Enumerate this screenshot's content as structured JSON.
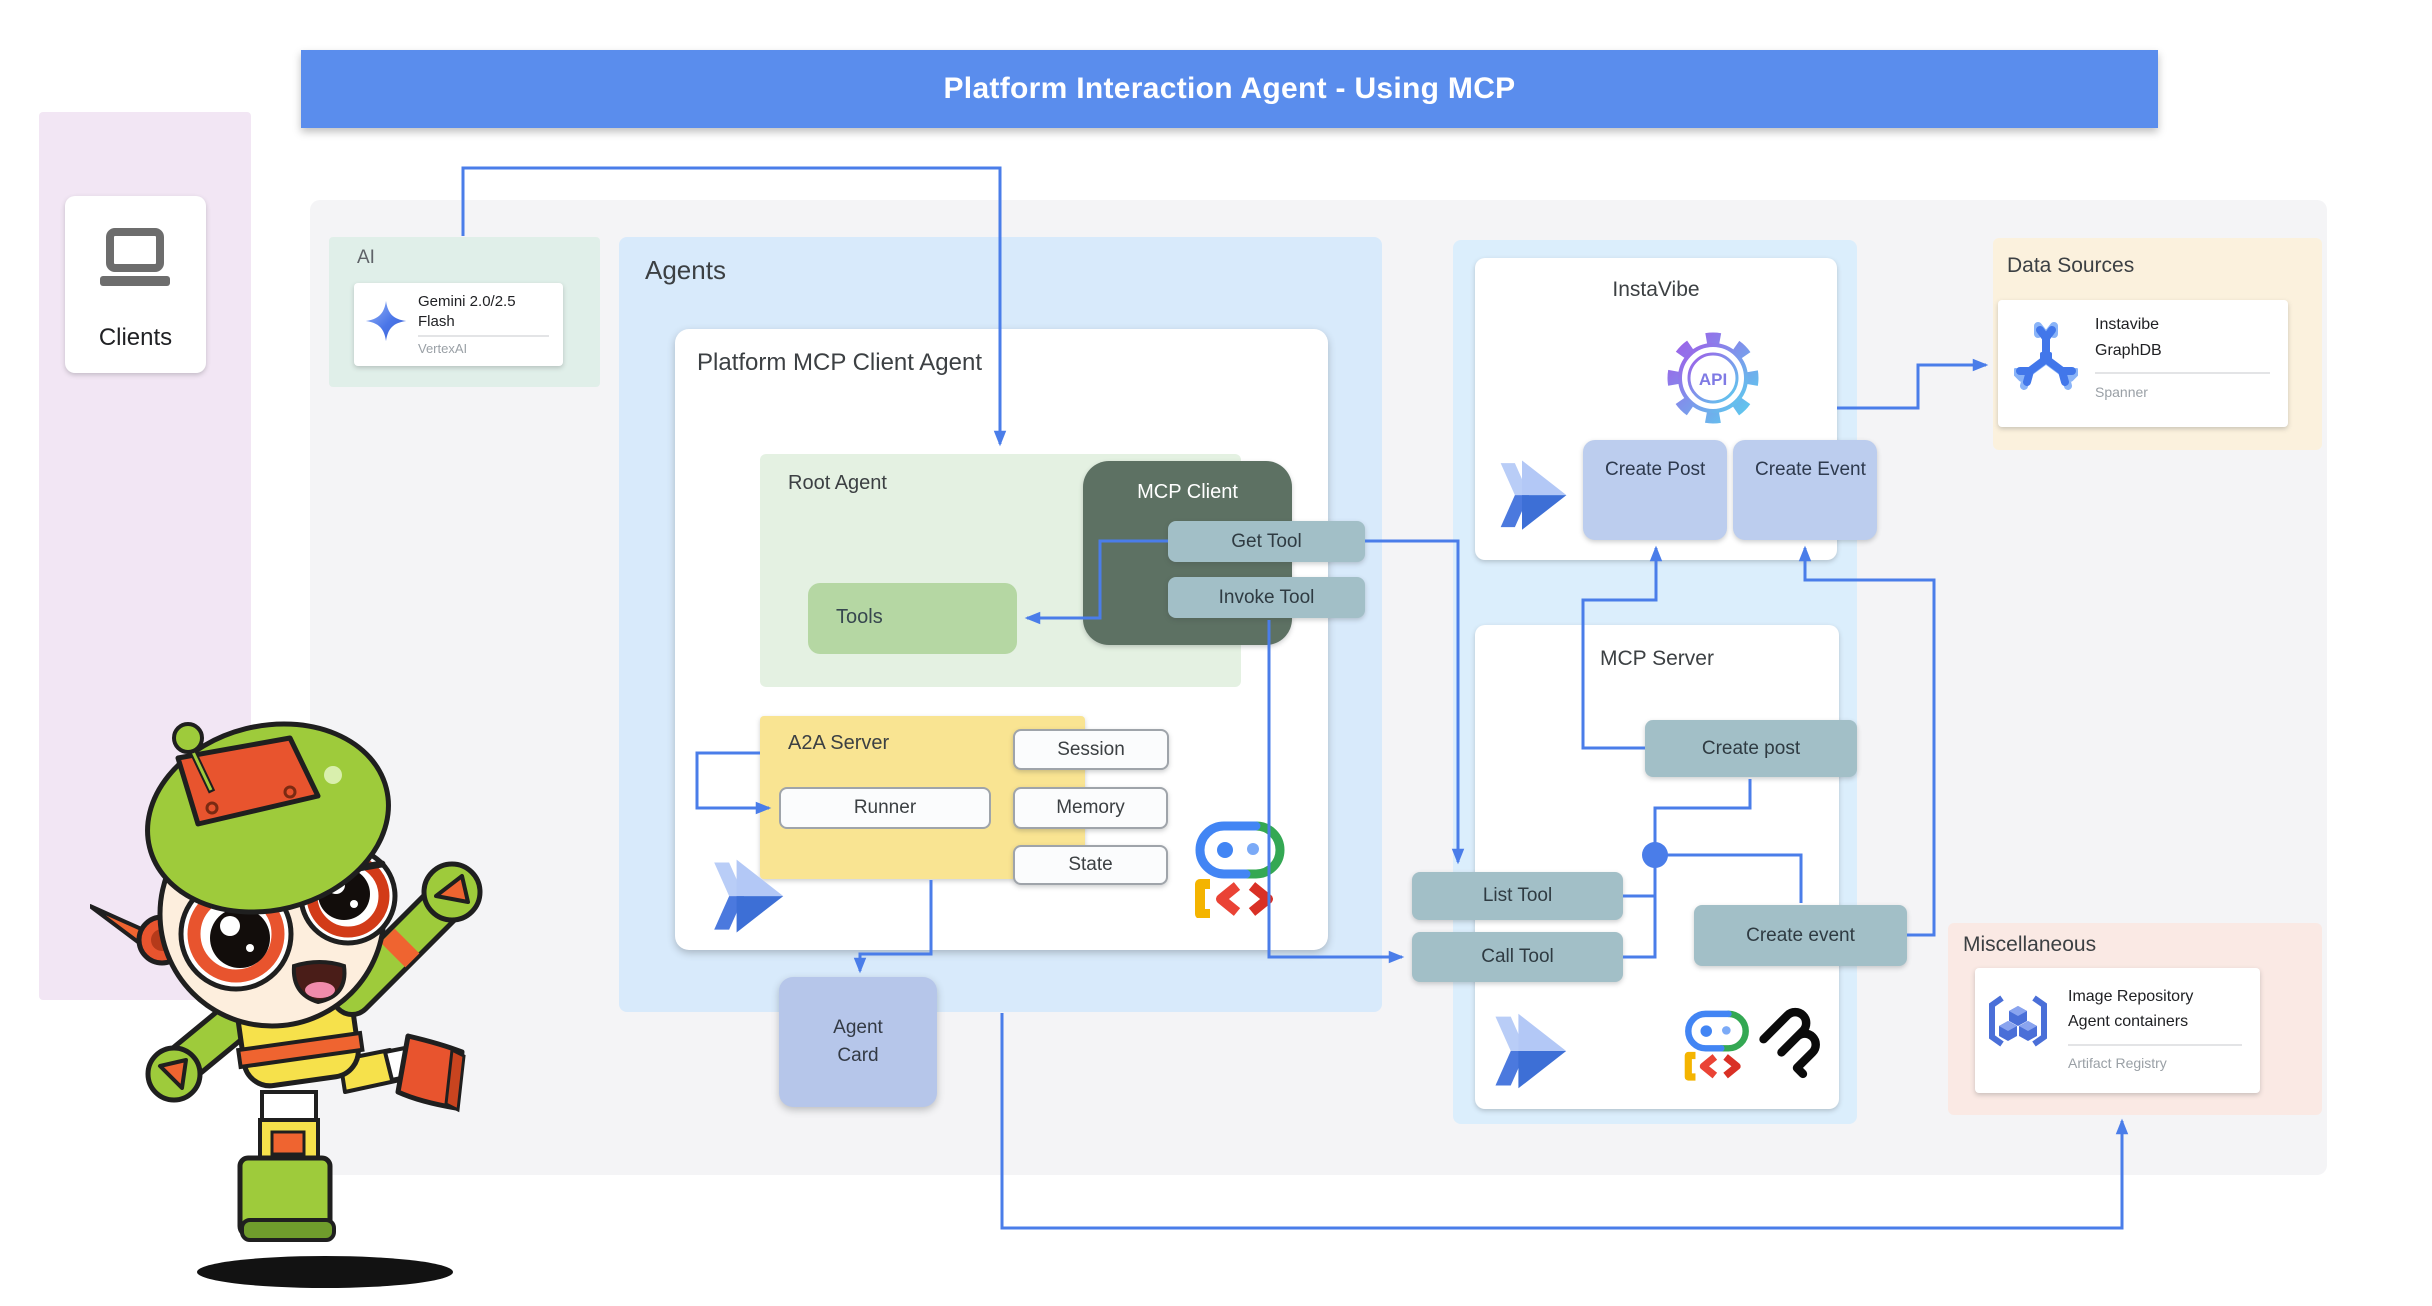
{
  "banner": {
    "title": "Platform Interaction Agent - Using MCP"
  },
  "clients": {
    "label": "Clients"
  },
  "ai": {
    "label": "AI",
    "model": "Gemini 2.0/2.5 Flash",
    "provider": "VertexAI"
  },
  "agents": {
    "title": "Agents",
    "platform_card_title": "Platform MCP Client Agent",
    "root_agent": {
      "title": "Root Agent",
      "tools_label": "Tools"
    },
    "mcp_client": {
      "title": "MCP Client",
      "get_tool": "Get Tool",
      "invoke_tool": "Invoke Tool"
    },
    "a2a_server": {
      "title": "A2A Server",
      "runner": "Runner",
      "session": "Session",
      "memory": "Memory",
      "state": "State"
    },
    "agent_card_label": "Agent Card"
  },
  "instavibe": {
    "title": "InstaVibe",
    "api_badge": "API",
    "create_post": "Create Post",
    "create_event": "Create Event"
  },
  "mcp_server": {
    "title": "MCP Server",
    "create_post": "Create post",
    "list_tool": "List Tool",
    "call_tool": "Call Tool",
    "create_event": "Create event"
  },
  "data_sources": {
    "title": "Data Sources",
    "card": {
      "name_line1": "Instavibe",
      "name_line2": "GraphDB",
      "service": "Spanner"
    }
  },
  "miscellaneous": {
    "title": "Miscellaneous",
    "card": {
      "name_line1": "Image Repository",
      "name_line2": "Agent containers",
      "service": "Artifact Registry"
    }
  },
  "icons": {
    "laptop": "laptop-icon",
    "gemini_star": "gemini-spark-icon",
    "cloud_chevrons": "cloud-run-double-chevron-icon",
    "adk_robot": "adk-robot-icon",
    "mcp_logo": "mcp-logo-icon",
    "api_gear": "api-gear-icon",
    "spanner": "spanner-icon",
    "artifact_registry": "artifact-registry-icon",
    "mascot": "robot-mascot-illustration"
  },
  "colors": {
    "banner": "#5a8ded",
    "wire": "#4a7de9",
    "clients_panel": "#f2e6f4",
    "main_panel": "#f4f4f6",
    "ai_panel": "#e0efe9",
    "agents_panel": "#d8eafb",
    "instavibe_panel": "#dbeefc",
    "data_sources_panel": "#fbf1dd",
    "miscellaneous_panel": "#fae9e4",
    "root_agent_box": "#e4f1e2",
    "tools_box": "#b5d7a3",
    "mcp_client_box": "#5d7163",
    "tool_button": "#a2bfc7",
    "a2a_box": "#f9e492",
    "create_button": "#bccdee",
    "agent_card": "#b6c6ea"
  }
}
